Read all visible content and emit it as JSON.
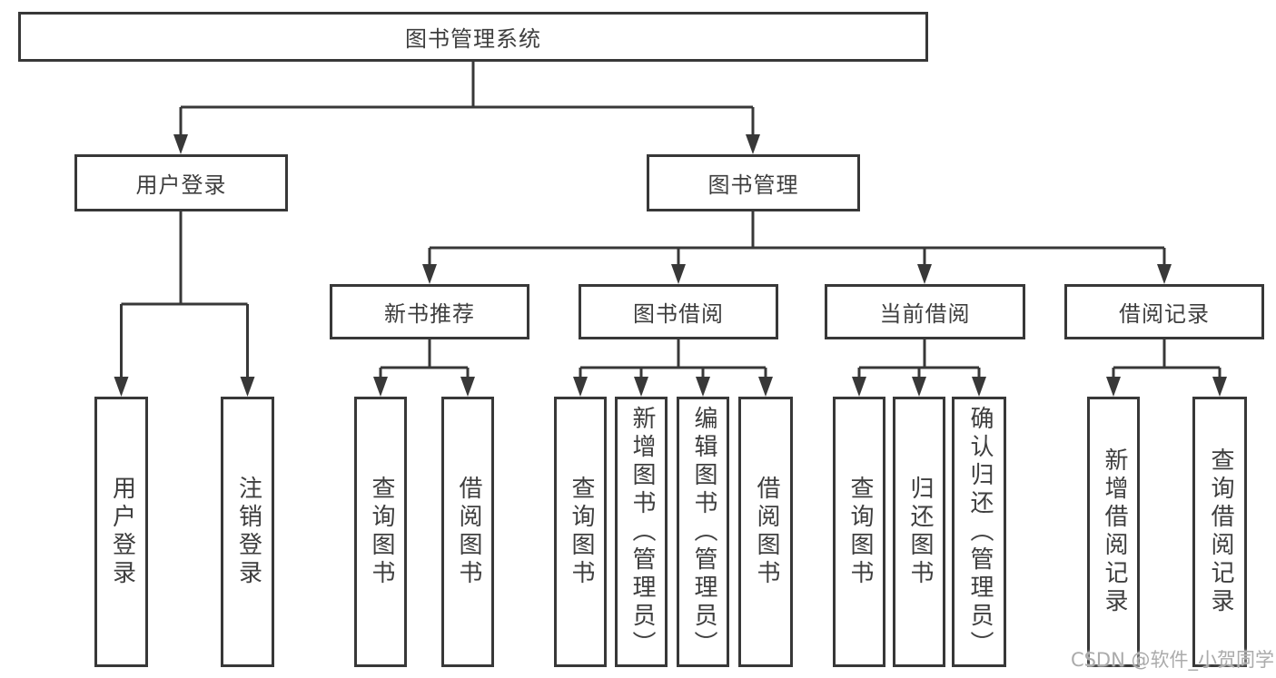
{
  "tree": {
    "label": "图书管理系统",
    "children": [
      {
        "label": "用户登录",
        "children": [
          {
            "label": "用户登录"
          },
          {
            "label": "注销登录"
          }
        ]
      },
      {
        "label": "图书管理",
        "children": [
          {
            "label": "新书推荐",
            "children": [
              {
                "label": "查询图书"
              },
              {
                "label": "借阅图书"
              }
            ]
          },
          {
            "label": "图书借阅",
            "children": [
              {
                "label": "查询图书"
              },
              {
                "label": "新增图书（管理员）"
              },
              {
                "label": "编辑图书（管理员）"
              },
              {
                "label": "借阅图书"
              }
            ]
          },
          {
            "label": "当前借阅",
            "children": [
              {
                "label": "查询图书"
              },
              {
                "label": "归还图书"
              },
              {
                "label": "确认归还（管理员）"
              }
            ]
          },
          {
            "label": "借阅记录",
            "children": [
              {
                "label": "新增借阅记录"
              },
              {
                "label": "查询借阅记录"
              }
            ]
          }
        ]
      }
    ]
  },
  "watermark": {
    "text": "CSDN @软件_小贺同学"
  },
  "colors": {
    "line": "#383838",
    "text": "#3e3e3e",
    "watermark": "#ababab",
    "background": "#ffffff"
  }
}
